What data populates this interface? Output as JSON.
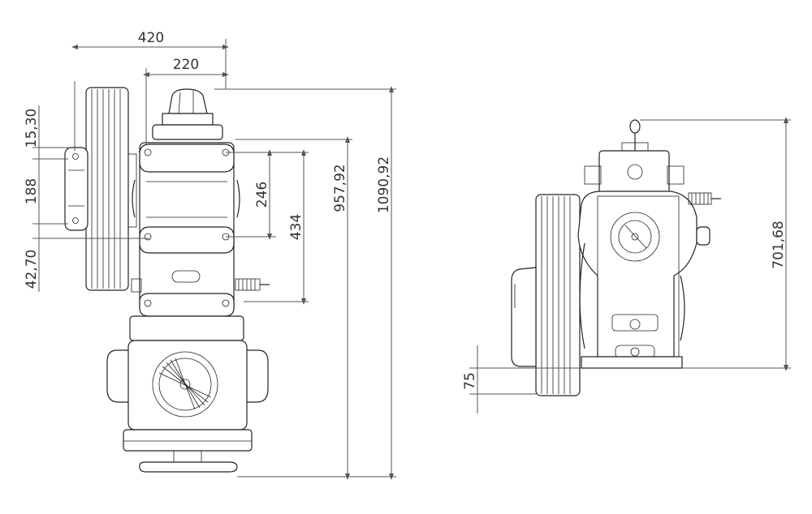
{
  "drawing": {
    "front_view": {
      "dims": {
        "width_total": "420",
        "width_partial": "220",
        "h_15_30": "15,30",
        "h_188": "188",
        "h_42_70": "42,70",
        "h_246": "246",
        "h_434": "434",
        "h_957_92": "957,92",
        "h_1090_92": "1090,92"
      }
    },
    "side_view": {
      "dims": {
        "h_701_68": "701,68",
        "h_75": "75"
      }
    },
    "colors": {
      "line": "#222222",
      "dimension": "#555555",
      "background": "#ffffff"
    }
  }
}
